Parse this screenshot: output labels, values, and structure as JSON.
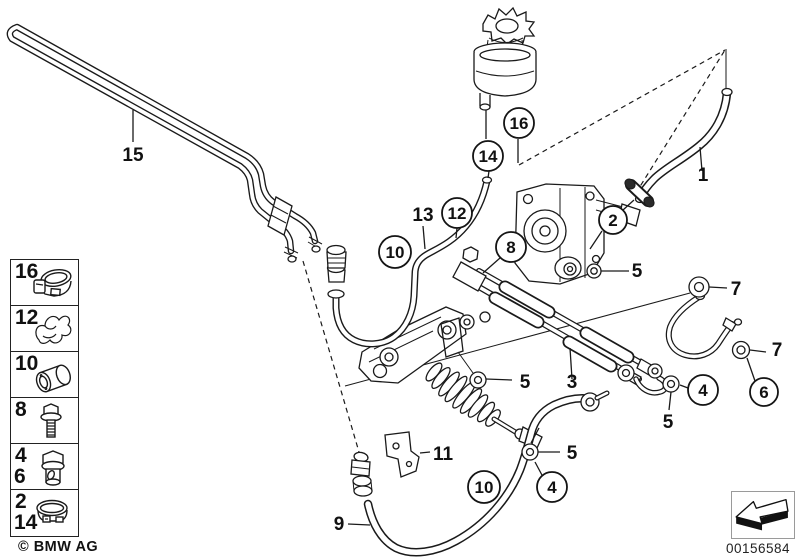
{
  "image": {
    "background": "#ffffff",
    "line_color": "#1a1a1a",
    "box_border_color": "#9a9a9a"
  },
  "callouts": [
    {
      "text": "15",
      "shape": "plain"
    },
    {
      "text": "16",
      "shape": "circle"
    },
    {
      "text": "14",
      "shape": "circle"
    },
    {
      "text": "1",
      "shape": "plain"
    },
    {
      "text": "2",
      "shape": "circle"
    },
    {
      "text": "13",
      "shape": "plain"
    },
    {
      "text": "12",
      "shape": "circle"
    },
    {
      "text": "10",
      "shape": "circle"
    },
    {
      "text": "8",
      "shape": "circle"
    },
    {
      "text": "5",
      "shape": "plain"
    },
    {
      "text": "7",
      "shape": "plain"
    },
    {
      "text": "7",
      "shape": "plain"
    },
    {
      "text": "3",
      "shape": "plain"
    },
    {
      "text": "4",
      "shape": "circle"
    },
    {
      "text": "6",
      "shape": "circle"
    },
    {
      "text": "5",
      "shape": "plain"
    },
    {
      "text": "5",
      "shape": "plain"
    },
    {
      "text": "5",
      "shape": "plain"
    },
    {
      "text": "4",
      "shape": "circle"
    },
    {
      "text": "10",
      "shape": "circle"
    },
    {
      "text": "11",
      "shape": "plain"
    },
    {
      "text": "9",
      "shape": "plain"
    }
  ],
  "sidebar": {
    "items": [
      {
        "numbers": [
          "16"
        ],
        "icon": "hose-clamp-icon"
      },
      {
        "numbers": [
          "12"
        ],
        "icon": "pipe-clip-icon"
      },
      {
        "numbers": [
          "10"
        ],
        "icon": "rubber-bushing-icon"
      },
      {
        "numbers": [
          "8"
        ],
        "icon": "hex-bolt-icon"
      },
      {
        "numbers": [
          "4",
          "6"
        ],
        "icon": "banjo-bolt-icon"
      },
      {
        "numbers": [
          "2",
          "14"
        ],
        "icon": "ear-clamp-icon"
      }
    ]
  },
  "footer": {
    "copyright": "© BMW AG",
    "drawing_number": "00156584",
    "nav_icon": "back-arrow-3d-icon"
  }
}
